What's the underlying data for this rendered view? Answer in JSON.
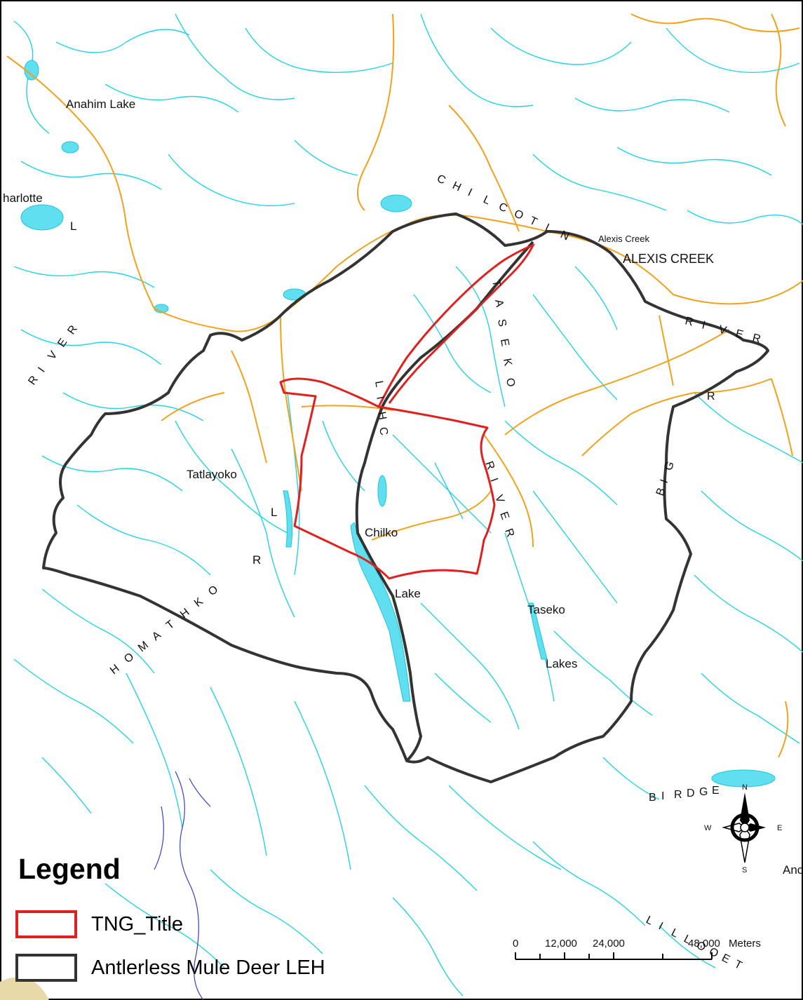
{
  "legend": {
    "title": "Legend",
    "items": [
      {
        "label": "TNG_Title",
        "color": "#e0201e"
      },
      {
        "label": "Antlerless Mule Deer LEH",
        "color": "#333333"
      }
    ]
  },
  "place_labels": {
    "anahim_lake": "Anahim Lake",
    "charlotte": "harlotte",
    "charlotte_l": "L",
    "alexis_creek_small": "Alexis Creek",
    "alexis_creek": "ALEXIS CREEK",
    "tatlayoko": "Tatlayoko",
    "tatlayoko_l": "L",
    "chilko": "Chilko",
    "lake": "Lake",
    "taseko": "Taseko",
    "lakes": "Lakes",
    "anc": "Anc"
  },
  "river_labels": {
    "chilcotin": [
      "C",
      "H",
      "I",
      "L",
      "C",
      "O",
      "T",
      "I",
      "N"
    ],
    "river_left": [
      "R",
      "I",
      "V",
      "E",
      "R"
    ],
    "river_right": [
      "R",
      "I",
      "V",
      "E",
      "R"
    ],
    "taseko": [
      "T",
      "A",
      "S",
      "E",
      "K",
      "O"
    ],
    "river_taseko": [
      "R",
      "I",
      "V",
      "E",
      "R"
    ],
    "homathko": [
      "H",
      "O",
      "M",
      "A",
      "T",
      "H",
      "K",
      "O"
    ],
    "homathko_r": "R",
    "big_r": [
      "B",
      "I",
      "G"
    ],
    "r_big": "R",
    "bridge": [
      "B",
      "I",
      "R",
      "D",
      "G",
      "E"
    ],
    "lillooet": [
      "L",
      "I",
      "L",
      "L",
      "O",
      "O",
      "E",
      "T"
    ],
    "chilko_vertical": [
      "C",
      "H",
      "I",
      "L"
    ]
  },
  "scale_bar": {
    "ticks": [
      "0",
      "12,000",
      "24,000",
      "48,000"
    ],
    "unit": "Meters"
  },
  "north_arrow": {
    "n": "N",
    "s": "S",
    "e": "E",
    "w": "W"
  },
  "colors": {
    "rivers": "#22d3e6",
    "roads": "#f0a21c",
    "tng_boundary": "#e0201e",
    "leh_boundary": "#333333",
    "lake_fill": "#5fdff0",
    "blue_rivers": "#3340c8"
  }
}
